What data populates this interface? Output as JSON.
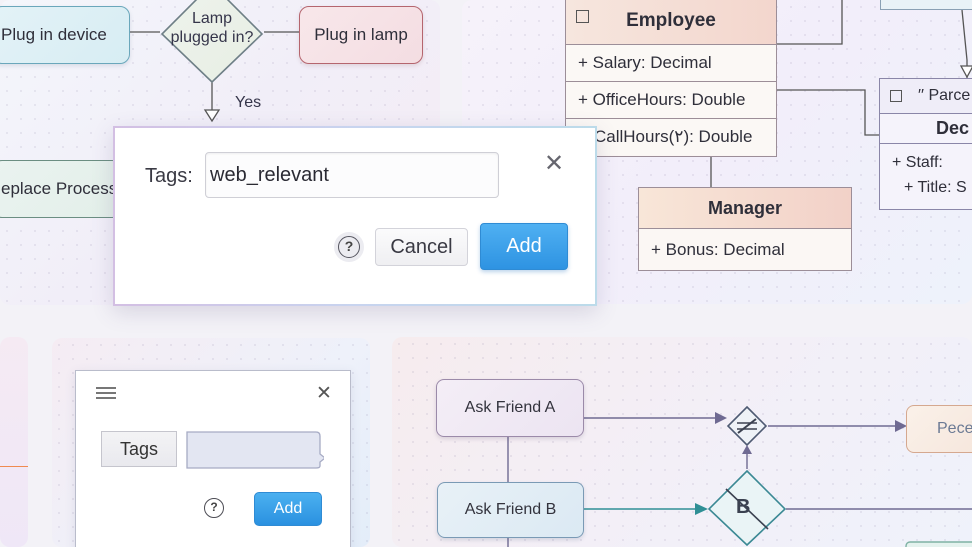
{
  "flowchart": {
    "node_plug_device": "Plug in device",
    "decision": "Lamp\nplugged in?",
    "decision_line1": "Lamp",
    "decision_line2": "plugged in?",
    "node_plug_lamp": "Plug in lamp",
    "edge_yes": "Yes",
    "node_replace": "eplace Process"
  },
  "tag_dialog": {
    "label": "Tags:",
    "input_value": "web_relevant",
    "close_icon": "close-icon",
    "help_icon": "help-icon",
    "cancel_label": "Cancel",
    "add_label": "Add",
    "accent_color": "#2e93e2"
  },
  "uml": {
    "employee": {
      "name": "Employee",
      "attributes": [
        "+ Salary: Decimal",
        "+ OfficeHours: Double",
        "CallHours(٢): Double"
      ]
    },
    "manager": {
      "name": "Manager",
      "attributes": [
        "+ Bonus: Decimal"
      ]
    },
    "parcel": {
      "header": "′′ Parce",
      "subname": "Dec",
      "attributes": [
        "+ Staff:",
        "+ Title: S"
      ]
    }
  },
  "tag_dialog_small": {
    "menu_icon": "hamburger-icon",
    "close_icon": "close-icon",
    "label": "Tags",
    "input_value": "",
    "help_icon": "help-icon",
    "add_label": "Add"
  },
  "flowchart2": {
    "node_ask_a": "Ask Friend A",
    "node_ask_b": "Ask Friend B",
    "gateway_label": "B",
    "node_right": "Pece"
  }
}
